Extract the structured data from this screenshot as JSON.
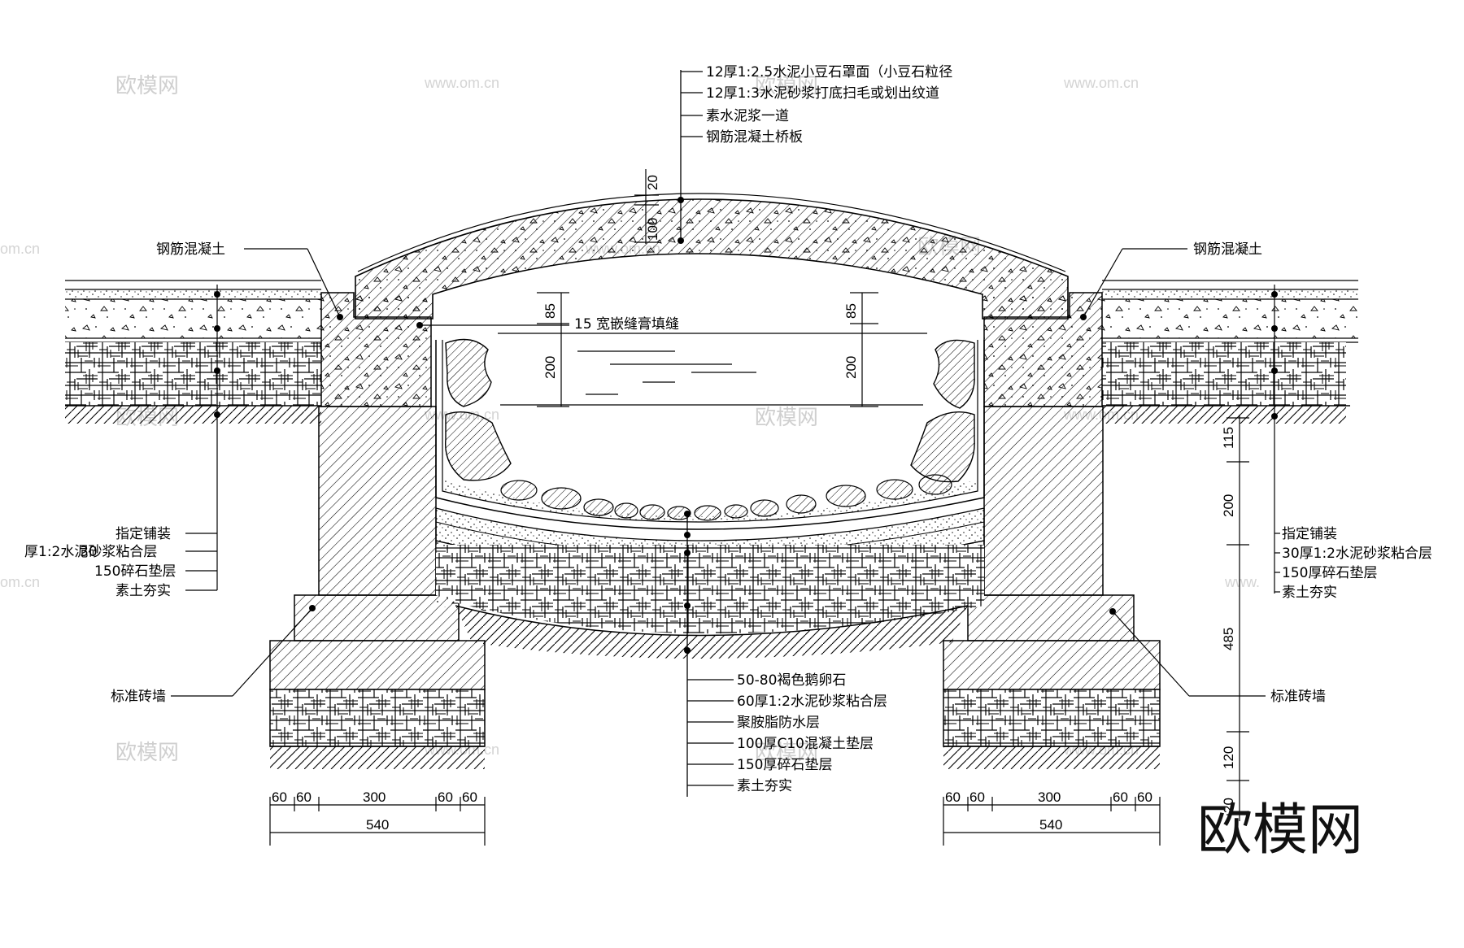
{
  "top_callout": [
    "12厚1:2.5水泥小豆石罩面（小豆石粒径",
    "12厚1:3水泥砂浆打底扫毛或划出纹道",
    "素水泥浆一道",
    "钢筋混凝土桥板"
  ],
  "rc_left": "钢筋混凝土",
  "rc_right": "钢筋混凝土",
  "joint_note": "15 宽嵌缝膏填缝",
  "arch_dims": {
    "d20": "20",
    "d100": "100"
  },
  "inner_dims": {
    "d85": "85",
    "d200": "200"
  },
  "left_paving": [
    "指定铺装",
    "厚1:2水泥砂浆粘合层",
    "150碎石垫层",
    "素土夯实"
  ],
  "left_paving_prefix": "30",
  "right_paving": [
    "指定铺装",
    "30厚1:2水泥砂浆粘合层",
    "150厚碎石垫层",
    "素土夯实"
  ],
  "bottom_callout": [
    "50-80褐色鹅卵石",
    "60厚1:2水泥砂浆粘合层",
    "聚胺脂防水层",
    "100厚C10混凝土垫层",
    "150厚碎石垫层",
    "素土夯实"
  ],
  "wall_label_left": "标准砖墙",
  "wall_label_right": "标准砖墙",
  "bottom_dims": {
    "d60": "60",
    "d300": "300",
    "d540": "540"
  },
  "right_vdims": [
    "115",
    "200",
    "485",
    "120",
    "20"
  ],
  "watermark_cn": "欧模网",
  "watermark_url": "www.om.cn",
  "watermark_url_edge": "om.cn",
  "watermark_url_edge_right": "www.",
  "logo": "欧模网"
}
